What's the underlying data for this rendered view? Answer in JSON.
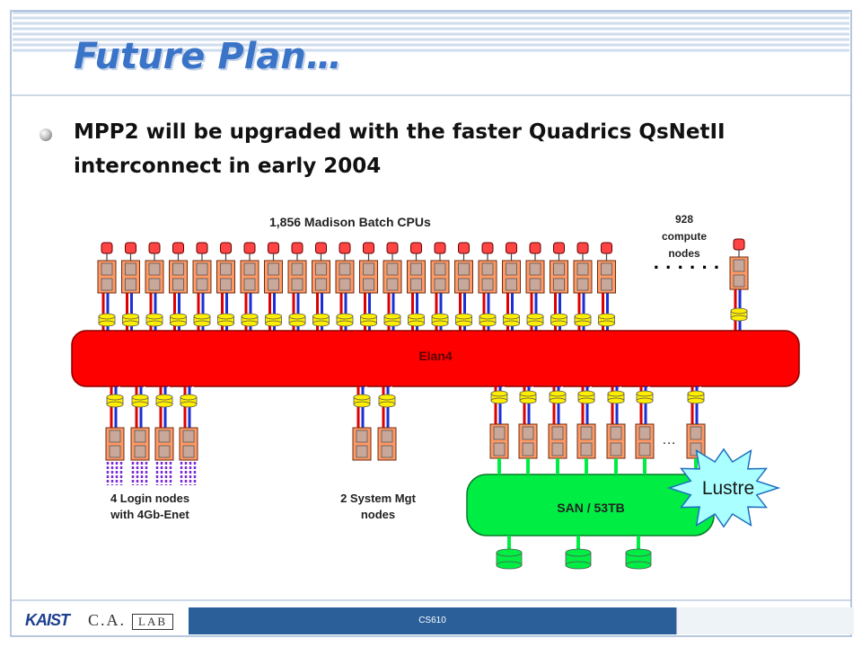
{
  "slide": {
    "title": "Future Plan…",
    "bullet": "MPP2 will be upgraded with the faster Quadrics QsNetII interconnect in early 2004"
  },
  "diagram": {
    "batch_label": "1,856 Madison Batch CPUs",
    "compute_label_line1": "928",
    "compute_label_line2": "compute",
    "compute_label_line3": "nodes",
    "interconnect_label": "Elan4",
    "login_label_line1": "4 Login nodes",
    "login_label_line2": "with 4Gb-Enet",
    "mgmt_label_line1": "2 System Mgt",
    "mgmt_label_line2": "nodes",
    "san_label": "SAN / 53TB",
    "lustre_label": "Lustre",
    "ellipsis_dots": "· · · · · ·",
    "ellipsis_small": "…"
  },
  "footer": {
    "course": "CS610",
    "logo_kaist": "KAIST",
    "logo_ca": "C.A.",
    "logo_lab": "LAB"
  },
  "colors": {
    "title": "#3a74c8",
    "elan": "#ff0000",
    "san": "#00ee44",
    "cable_red": "#dd0000",
    "cable_blue": "#1a2fd6",
    "node": "#ff9966",
    "disk": "#ffee00",
    "footer": "#2a5f9a"
  },
  "node_counts": {
    "batch_nodes": 22,
    "login_nodes": 4,
    "mgmt_nodes": 2,
    "lustre_nodes": 7,
    "san_disks": 3
  }
}
